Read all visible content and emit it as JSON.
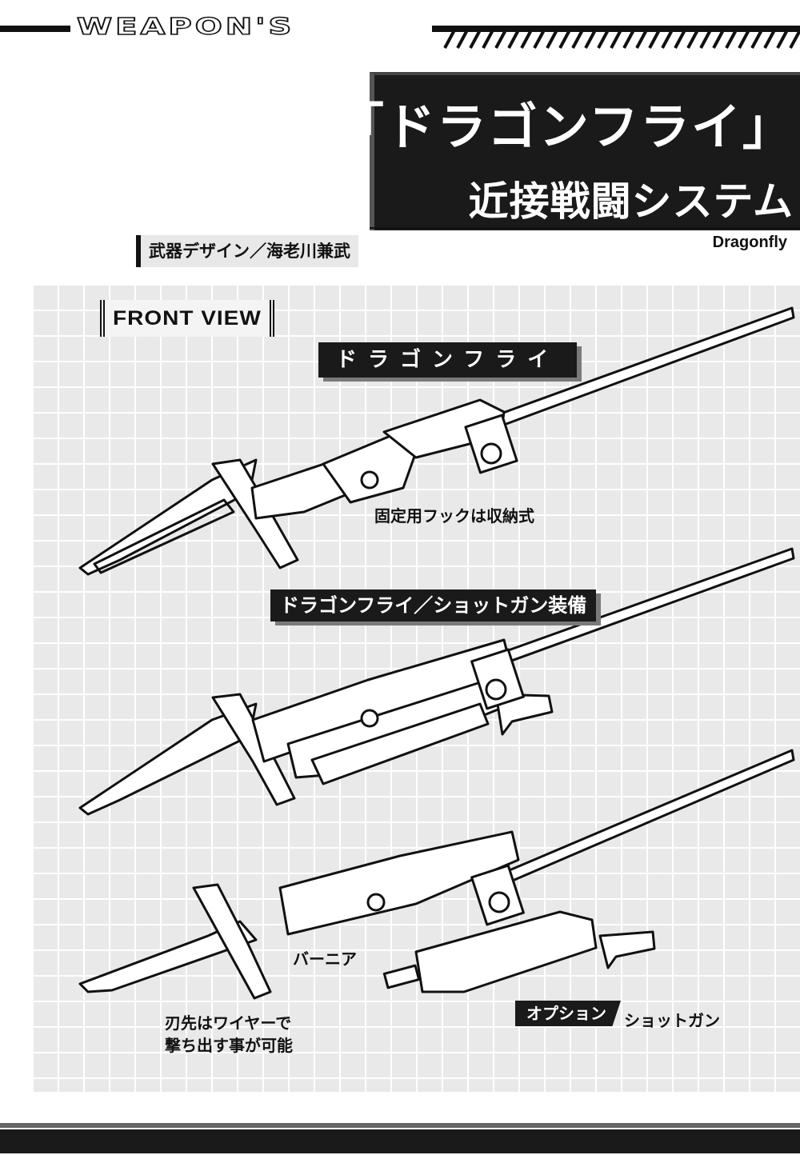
{
  "header": {
    "section_title": "WEAPON'S"
  },
  "title": {
    "main": "「ドラゴンフライ」",
    "sub": "近接戦闘システム",
    "english": "Dragonfly"
  },
  "credit": "武器デザイン／海老川兼武",
  "front_view": "FRONT VIEW",
  "labels": {
    "dragonfly": "ドラゴンフライ",
    "dragonfly_shotgun": "ドラゴンフライ／ショットガン装備",
    "option": "オプション"
  },
  "captions": {
    "hook": "固定用フックは収納式",
    "vernier": "バーニア",
    "blade_line1": "刃先はワイヤーで",
    "blade_line2": "撃ち出す事が可能",
    "shotgun": "ショットガン"
  },
  "colors": {
    "ink": "#111111",
    "panel": "#1a1a1a",
    "grid_bg": "#e9e9e9",
    "paper": "#ffffff"
  }
}
